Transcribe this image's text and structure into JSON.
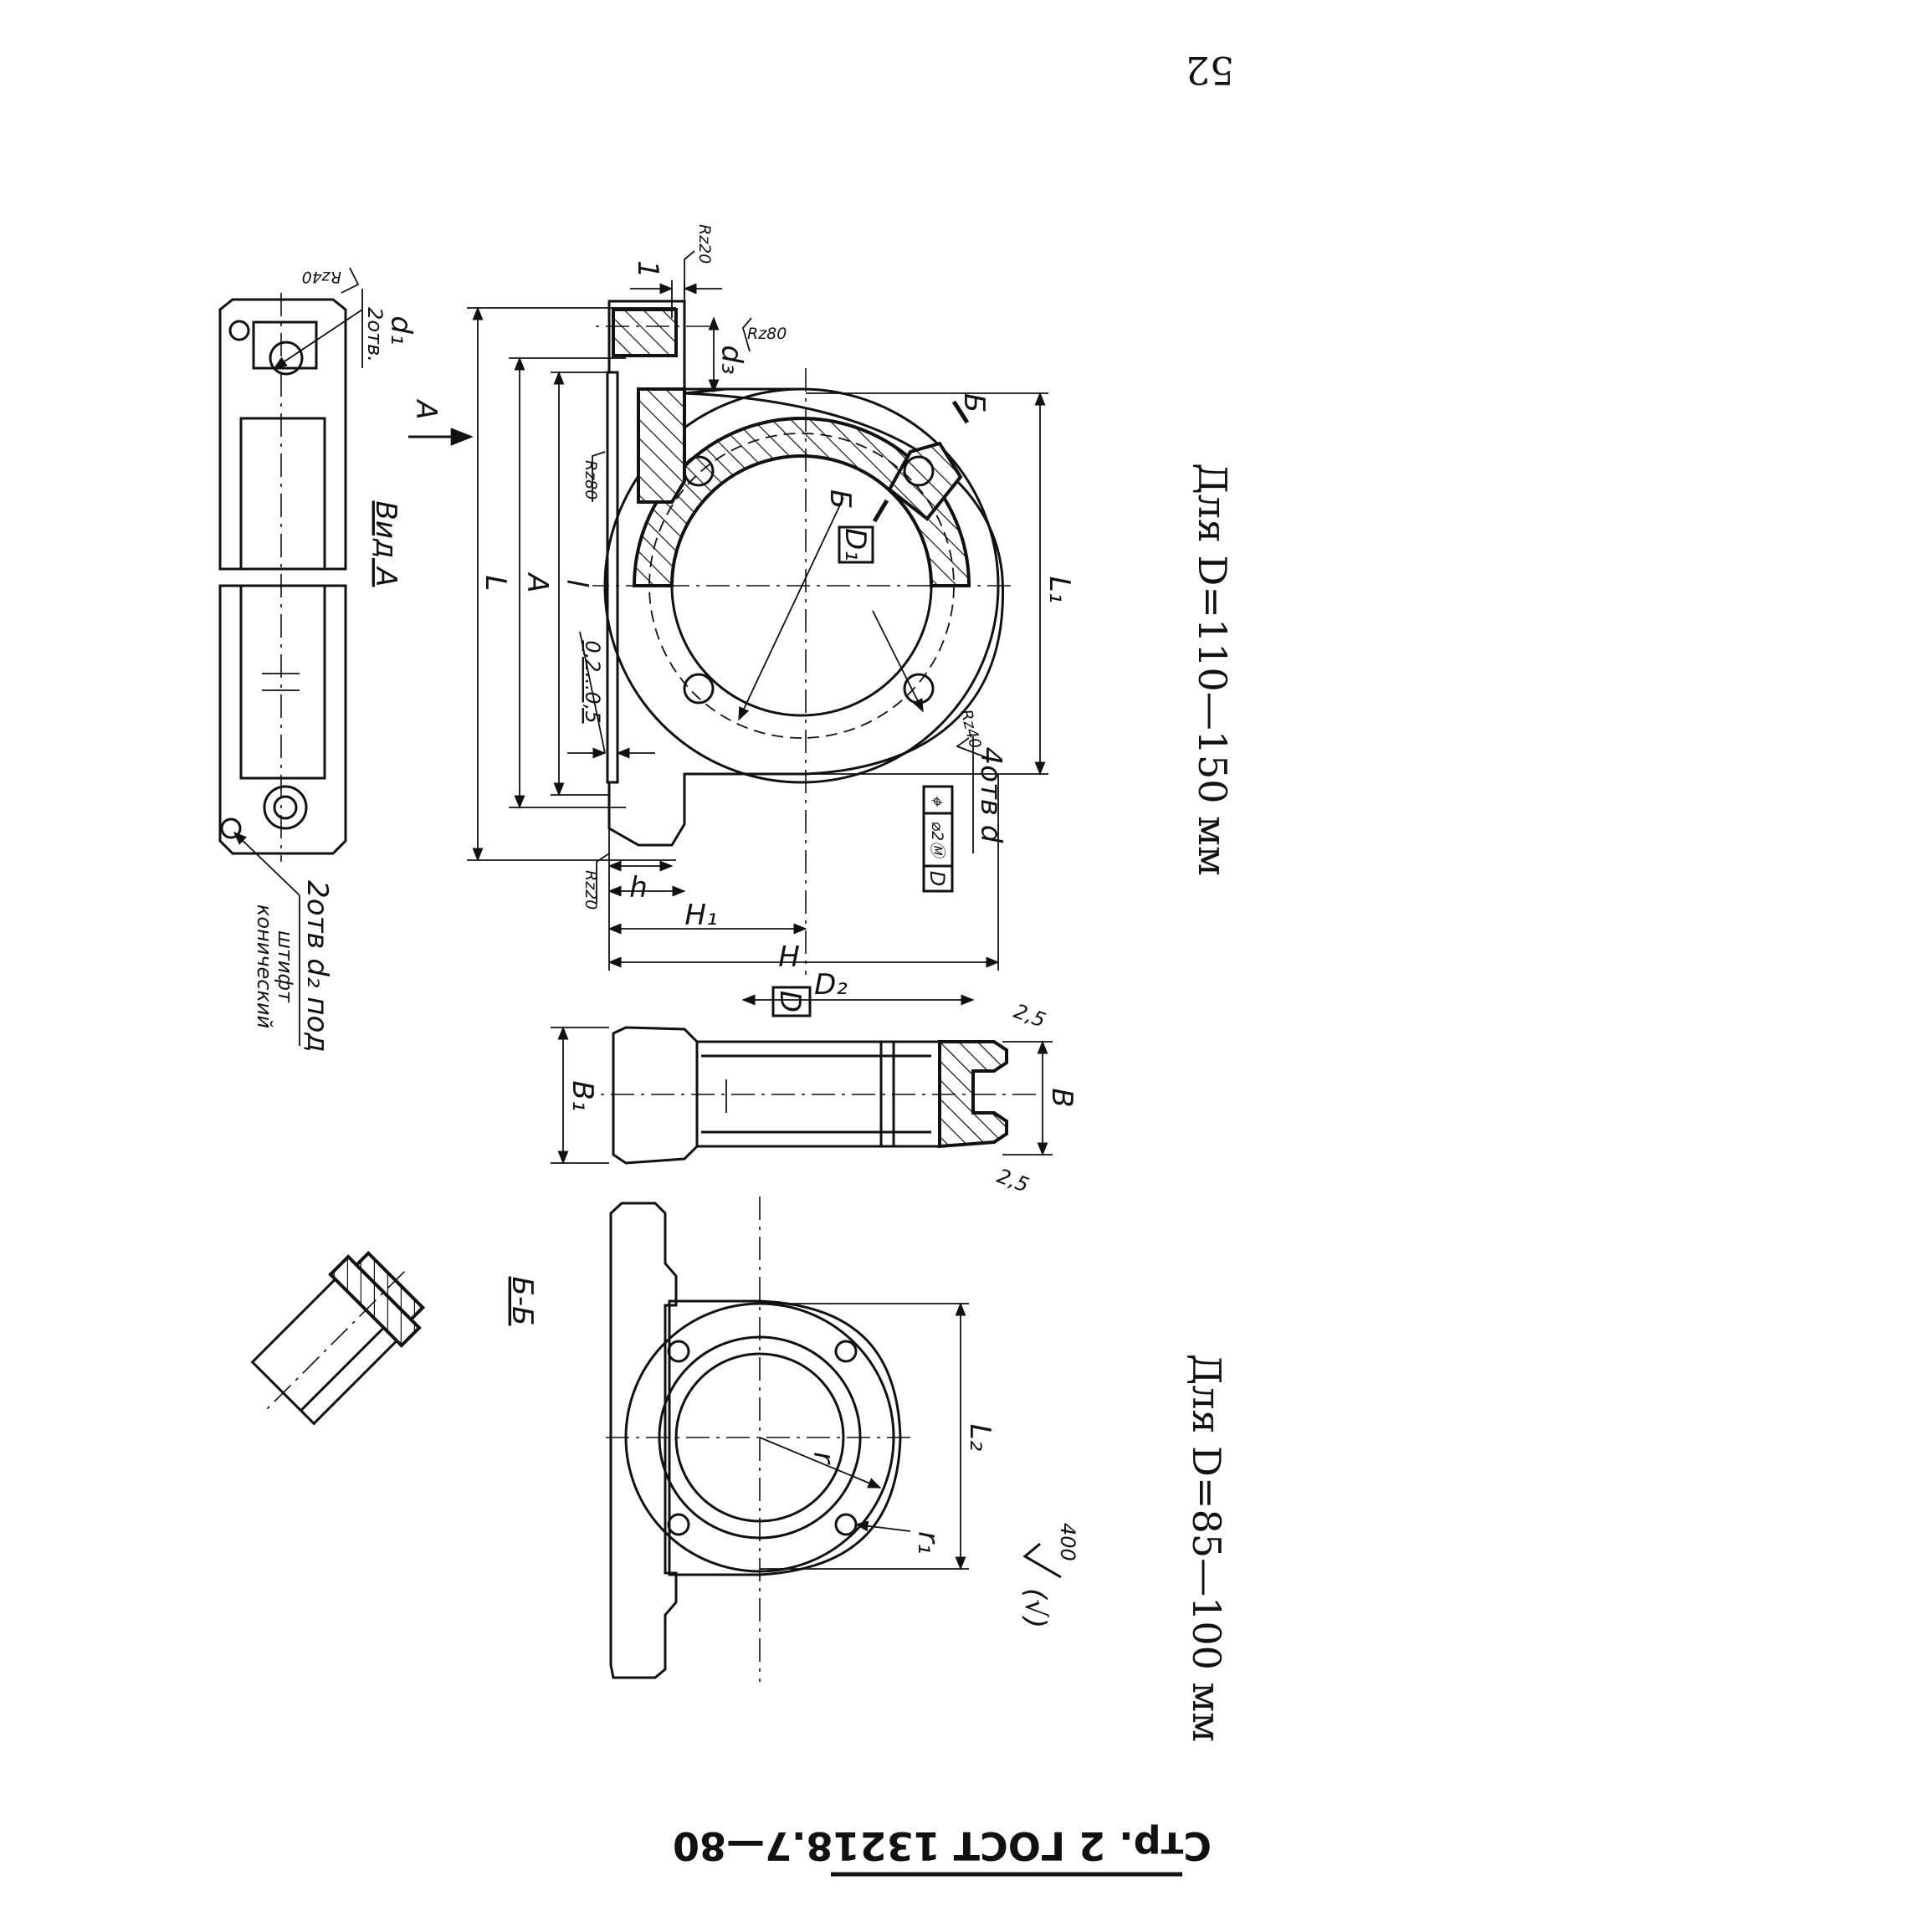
{
  "page": {
    "page_number": "52",
    "running_head": "Стр. 2 ГОСТ 13218.7—80"
  },
  "headers": {
    "left": "Для D=110—150 мм",
    "right": "Для D=85—100 мм"
  },
  "labels": {
    "L1": "L₁",
    "L": "L",
    "L2": "L₂",
    "l": "l",
    "A": "A",
    "H": "H",
    "H1": "H₁",
    "h": "h",
    "D": "D",
    "D1": "D₁",
    "D2": "D₂",
    "B": "B",
    "B1": "B₁",
    "d3": "d₃",
    "r": "r",
    "r1": "r₁",
    "one": "1",
    "gap": "0,2...0,5",
    "holes_d": "4отв d",
    "chamfer_left": "2,5",
    "chamfer_right": "2,5",
    "section_mark": "Б",
    "section_mark_2": "Б",
    "section_title": "Б-Б",
    "arrow_A": "A",
    "view_A": "Вид A",
    "d1": "d₁",
    "d1_holes": "2отв.",
    "d2_holes": "2отв d₂ под",
    "d2_line2": "штифт",
    "d2_line3": "конический",
    "roughness_main": "400",
    "roughness_paren": "(√)"
  },
  "tolerance_frame": {
    "symbol": "⌖",
    "value": "⌀2Ⓜ",
    "datum": "D"
  },
  "roughness": {
    "rz40": "Rz40",
    "rz80_a": "Rz80",
    "rz80_b": "Rz80",
    "rz20_a": "Rz20",
    "rz20_b": "Rz20",
    "rz40_b": "Rz40"
  }
}
